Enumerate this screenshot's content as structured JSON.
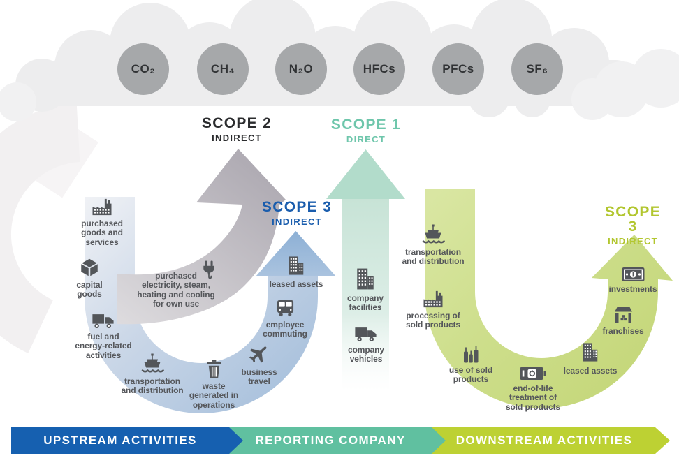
{
  "gases": [
    "CO₂",
    "CH₄",
    "N₂O",
    "HFCs",
    "PFCs",
    "SF₆"
  ],
  "scope_labels": {
    "scope2": {
      "title": "SCOPE 2",
      "subtitle": "INDIRECT",
      "color": "#2b2c2e"
    },
    "scope1": {
      "title": "SCOPE 1",
      "subtitle": "DIRECT",
      "color": "#6ec6ab"
    },
    "scope3_upstream": {
      "title": "SCOPE 3",
      "subtitle": "INDIRECT",
      "color": "#1a5dad"
    },
    "scope3_downstream": {
      "title": "SCOPE 3",
      "subtitle": "INDIRECT",
      "color": "#b2c62f"
    }
  },
  "upstream": {
    "items": [
      {
        "icon": "factory-icon",
        "label": "purchased\ngoods and\nservices"
      },
      {
        "icon": "cube-icon",
        "label": "capital\ngoods"
      },
      {
        "icon": "truck-icon",
        "label": "fuel and\nenergy-related\nactivities"
      },
      {
        "icon": "ship-icon",
        "label": "transportation\nand distribution"
      },
      {
        "icon": "trash-icon",
        "label": "waste\ngenerated in\noperations"
      },
      {
        "icon": "plane-icon",
        "label": "business\ntravel"
      },
      {
        "icon": "bus-icon",
        "label": "employee\ncommuting"
      },
      {
        "icon": "building-icon",
        "label": "leased assets"
      }
    ]
  },
  "scope2_item": {
    "icon": "plug-icon",
    "label": "purchased\nelectricity, steam,\nheating and cooling\nfor own use"
  },
  "reporting_company": {
    "items": [
      {
        "icon": "building-icon",
        "label": "company\nfacilities"
      },
      {
        "icon": "truck-icon",
        "label": "company\nvehicles"
      }
    ]
  },
  "downstream": {
    "items": [
      {
        "icon": "ship-icon",
        "label": "transportation\nand distribution"
      },
      {
        "icon": "factory-icon",
        "label": "processing of\nsold products"
      },
      {
        "icon": "bottles-icon",
        "label": "use of sold\nproducts"
      },
      {
        "icon": "battery-recycle-icon",
        "label": "end-of-life\ntreatment of\nsold products"
      },
      {
        "icon": "building-icon",
        "label": "leased assets"
      },
      {
        "icon": "storefront-icon",
        "label": "franchises"
      },
      {
        "icon": "banknote-icon",
        "label": "investments"
      }
    ]
  },
  "footer": {
    "segments": [
      {
        "label": "UPSTREAM ACTIVITIES",
        "color": "#1660b0"
      },
      {
        "label": "REPORTING COMPANY",
        "color": "#60c0a0"
      },
      {
        "label": "DOWNSTREAM ACTIVITIES",
        "color": "#bdd133"
      }
    ]
  },
  "colors": {
    "cloud": "#ededee",
    "gas_circle": "#a6a8aa",
    "upstream_arc": "#a9c3de",
    "upstream_arrowhead": "#96b5d8",
    "scope2_arrow": "#b3afb7",
    "scope1_arrow": "#b2dccb",
    "downstream_arc": "#cdde8a",
    "icon_gray": "#53565a"
  }
}
